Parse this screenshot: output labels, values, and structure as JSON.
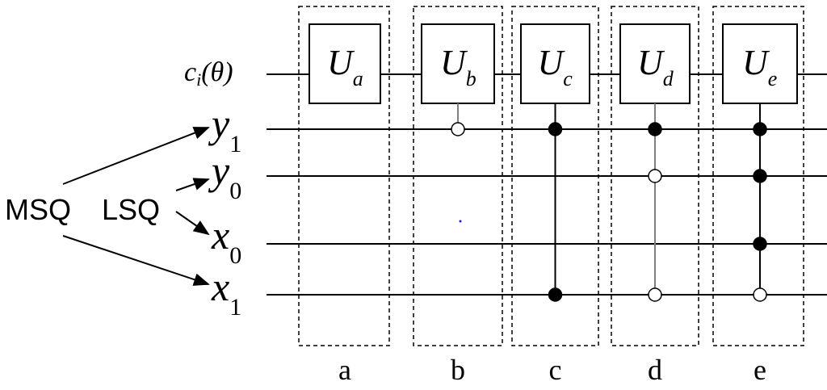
{
  "register_labels": {
    "msq": "MSQ",
    "lsq": "LSQ"
  },
  "wires": [
    {
      "id": "ci",
      "base": "c",
      "sub": "i",
      "suffix": "(θ)"
    },
    {
      "id": "y1",
      "base": "y",
      "sub": "1",
      "suffix": ""
    },
    {
      "id": "y0",
      "base": "y",
      "sub": "0",
      "suffix": ""
    },
    {
      "id": "x0",
      "base": "x",
      "sub": "0",
      "suffix": ""
    },
    {
      "id": "x1",
      "base": "x",
      "sub": "1",
      "suffix": ""
    }
  ],
  "gates": [
    {
      "id": "a",
      "label": "a",
      "U": "U",
      "sub": "a",
      "controls": []
    },
    {
      "id": "b",
      "label": "b",
      "U": "U",
      "sub": "b",
      "controls": [
        {
          "wire": "y1",
          "value": 0
        }
      ]
    },
    {
      "id": "c",
      "label": "c",
      "U": "U",
      "sub": "c",
      "controls": [
        {
          "wire": "y1",
          "value": 1
        },
        {
          "wire": "x1",
          "value": 1
        }
      ]
    },
    {
      "id": "d",
      "label": "d",
      "U": "U",
      "sub": "d",
      "controls": [
        {
          "wire": "y1",
          "value": 1
        },
        {
          "wire": "y0",
          "value": 0
        },
        {
          "wire": "x1",
          "value": 0
        }
      ]
    },
    {
      "id": "e",
      "label": "e",
      "U": "U",
      "sub": "e",
      "controls": [
        {
          "wire": "y1",
          "value": 1
        },
        {
          "wire": "y0",
          "value": 1
        },
        {
          "wire": "x0",
          "value": 1
        },
        {
          "wire": "x1",
          "value": 0
        }
      ]
    }
  ],
  "colors": {
    "line": "#000000",
    "control_line": "#7f7f7f"
  }
}
